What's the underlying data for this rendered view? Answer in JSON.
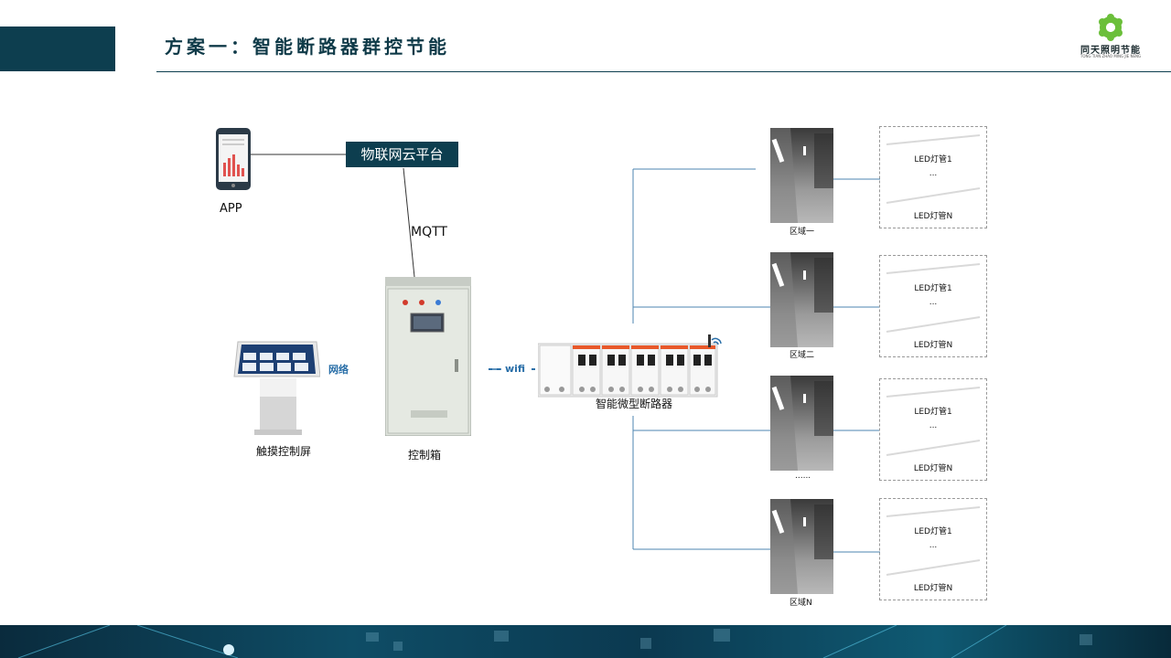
{
  "header": {
    "title": "方案一：智能断路器群控节能",
    "logo_name": "同天照明节能",
    "logo_sub": "TONG TIAN ZHAO MING JIE NENG"
  },
  "diagram": {
    "platform": "物联网云平台",
    "app": "APP",
    "mqtt": "MQTT",
    "network": "网络",
    "wifi": "wifi",
    "touch_screen": "触摸控制屏",
    "control_box": "控制箱",
    "breaker": "智能微型断路器",
    "zones": [
      {
        "name": "区域一",
        "led_first": "LED灯管1",
        "ellipsis": "...",
        "led_last": "LED灯管N"
      },
      {
        "name": "区域二",
        "led_first": "LED灯管1",
        "ellipsis": "...",
        "led_last": "LED灯管N"
      },
      {
        "name": "......",
        "led_first": "LED灯管1",
        "ellipsis": "...",
        "led_last": "LED灯管N"
      },
      {
        "name": "区域N",
        "led_first": "LED灯管1",
        "ellipsis": "...",
        "led_last": "LED灯管N"
      }
    ]
  },
  "colors": {
    "brand_dark": "#0d3e4f",
    "accent_blue": "#2a6fa8",
    "line_blue": "#4d86b0",
    "logo_green": "#6bbf3a"
  }
}
